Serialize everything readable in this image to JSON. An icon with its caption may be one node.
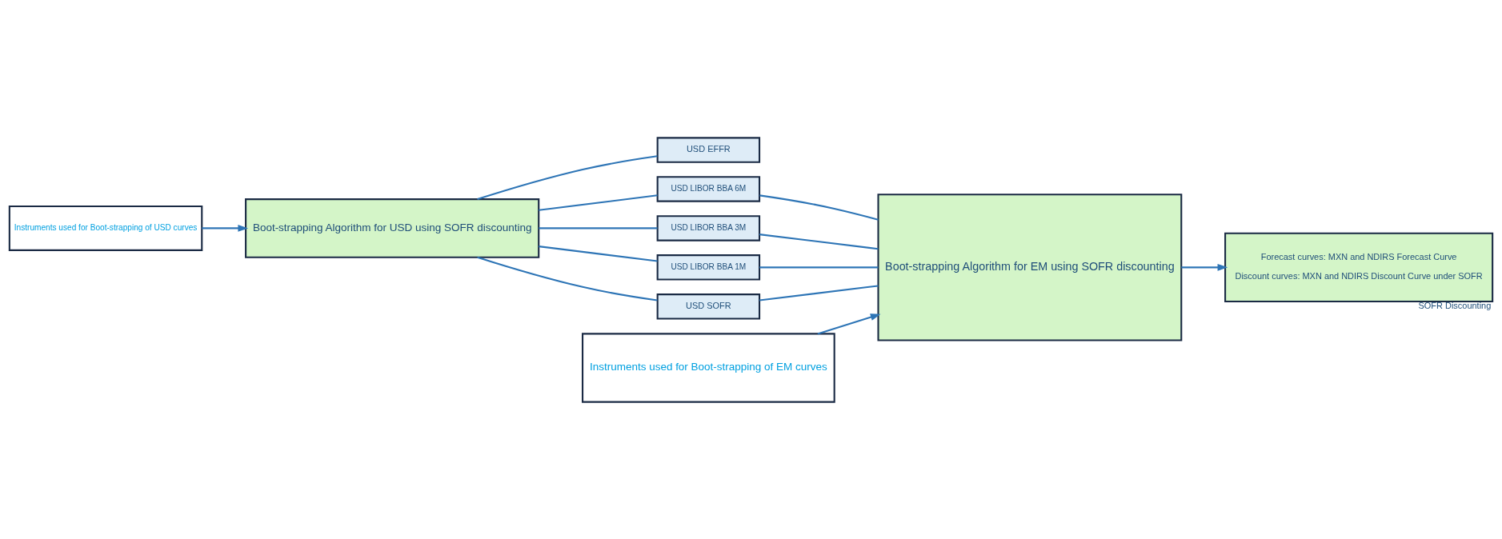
{
  "diagram": {
    "nodes": [
      {
        "text": [
          "Instruments used for Boot-strapping of USD curves"
        ]
      },
      {
        "text": [
          "Boot-strapping Algorithm for USD using SOFR discounting"
        ]
      },
      {
        "text": [
          "USD EFFR"
        ]
      },
      {
        "text": [
          "USD LIBOR BBA 6M"
        ]
      },
      {
        "text": [
          "USD LIBOR BBA 3M"
        ]
      },
      {
        "text": [
          "USD LIBOR BBA 1M"
        ]
      },
      {
        "text": [
          "USD SOFR"
        ]
      },
      {
        "text": [
          "Instruments used for Boot-strapping of EM curves"
        ]
      },
      {
        "text": [
          "Boot-strapping Algorithm for EM using SOFR discounting"
        ]
      },
      {
        "text": [
          "Forecast curves: MXN and NDIRS Forecast Curve",
          "Discount curves: MXN and NDIRS Discount Curve under SOFR"
        ],
        "beside": [
          "SOFR Discounting"
        ]
      }
    ],
    "edges": [
      {
        "from": 0,
        "to": 1,
        "arrow": "to"
      },
      {
        "from": 1,
        "to": 2,
        "arrow": "none"
      },
      {
        "from": 1,
        "to": 3,
        "arrow": "none"
      },
      {
        "from": 1,
        "to": 4,
        "arrow": "none"
      },
      {
        "from": 1,
        "to": 5,
        "arrow": "none"
      },
      {
        "from": 1,
        "to": 6,
        "arrow": "none"
      },
      {
        "from": 3,
        "to": 8,
        "arrow": "none"
      },
      {
        "from": 4,
        "to": 8,
        "arrow": "none"
      },
      {
        "from": 5,
        "to": 8,
        "arrow": "none"
      },
      {
        "from": 6,
        "to": 8,
        "arrow": "none"
      },
      {
        "from": 7,
        "to": 8,
        "arrow": "to"
      },
      {
        "from": 8,
        "to": 9,
        "arrow": "to"
      }
    ]
  }
}
